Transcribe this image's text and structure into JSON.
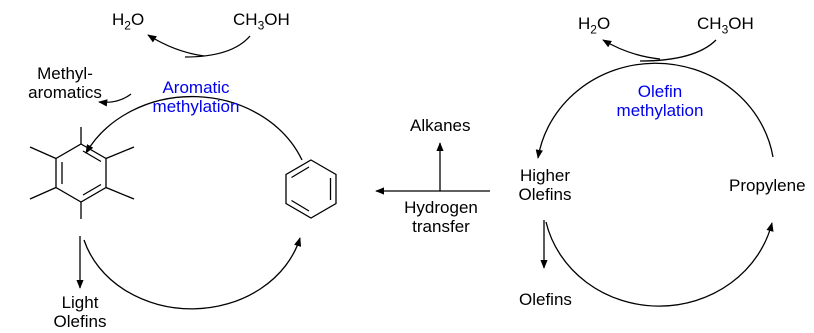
{
  "left_cycle": {
    "water": {
      "main": "H",
      "sub": "2",
      "tail": "O"
    },
    "methanol": {
      "main": "CH",
      "sub": "3",
      "tail": "OH"
    },
    "methyl_aromatics_1": "Methyl-",
    "methyl_aromatics_2": "aromatics",
    "name_1": "Aromatic",
    "name_2": "methylation",
    "light_olefins_1": "Light",
    "light_olefins_2": "Olefins"
  },
  "middle": {
    "alkanes": "Alkanes",
    "hydrogen_transfer_1": "Hydrogen",
    "hydrogen_transfer_2": "transfer"
  },
  "right_cycle": {
    "water": {
      "main": "H",
      "sub": "2",
      "tail": "O"
    },
    "methanol": {
      "main": "CH",
      "sub": "3",
      "tail": "OH"
    },
    "name_1": "Olefin",
    "name_2": "methylation",
    "higher_olefins_1": "Higher",
    "higher_olefins_2": "Olefins",
    "propylene": "Propylene",
    "olefins": "Olefins"
  },
  "colors": {
    "cycle_name": "#0000ee",
    "line": "#000000"
  }
}
